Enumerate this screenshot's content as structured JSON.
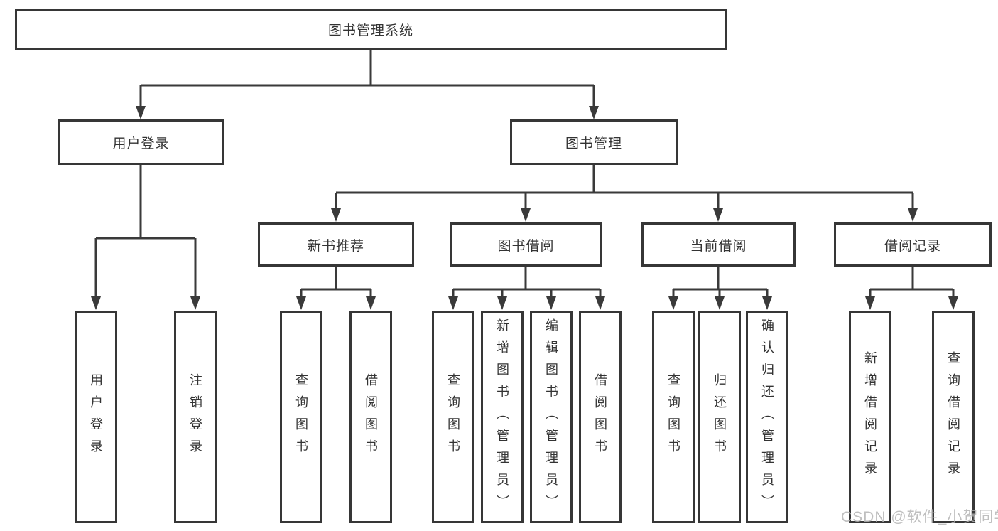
{
  "root": {
    "label": "图书管理系统"
  },
  "level2": {
    "user_login": {
      "label": "用户登录"
    },
    "book_management": {
      "label": "图书管理"
    }
  },
  "level3": {
    "new_book_recommend": {
      "label": "新书推荐"
    },
    "book_borrow": {
      "label": "图书借阅"
    },
    "current_borrow": {
      "label": "当前借阅"
    },
    "borrow_record": {
      "label": "借阅记录"
    }
  },
  "leaves": {
    "user_login": {
      "label": "用户登录"
    },
    "logout": {
      "label": "注销登录"
    },
    "nb_query_books": {
      "label": "查询图书"
    },
    "nb_borrow_books": {
      "label": "借阅图书"
    },
    "bb_query_books": {
      "label": "查询图书"
    },
    "bb_add_books": {
      "label": "新增图书（管理员）"
    },
    "bb_edit_books": {
      "label": "编辑图书（管理员）"
    },
    "bb_borrow_books": {
      "label": "借阅图书"
    },
    "cb_query_books": {
      "label": "查询图书"
    },
    "cb_return_books": {
      "label": "归还图书"
    },
    "cb_confirm_return": {
      "label": "确认归还（管理员）"
    },
    "br_add_record": {
      "label": "新增借阅记录"
    },
    "br_query_record": {
      "label": "查询借阅记录"
    }
  },
  "watermark": {
    "text": "CSDN @软件_小贺同学"
  },
  "colors": {
    "line": "#3a3a3a",
    "border": "#363636",
    "text": "#333333",
    "background": "#ffffff",
    "watermark": "#b5b5b5"
  }
}
